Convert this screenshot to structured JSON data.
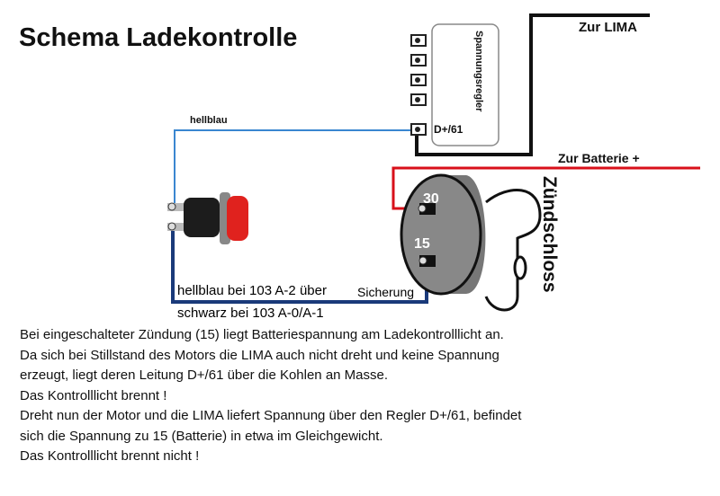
{
  "title": "Schema Ladekontrolle",
  "regulator": {
    "label": "Spannungsregler",
    "terminal": "D+/61"
  },
  "wires": {
    "lima": "Zur LIMA",
    "battery": "Zur Batterie +",
    "hellblau": "hellblau",
    "lamp_wire_1": "hellblau bei 103 A-2 über",
    "lamp_wire_fuse": "Sicherung",
    "lamp_wire_2": "schwarz bei 103 A-0/A-1"
  },
  "ignition": {
    "label": "Zündschloss",
    "terminal_30": "30",
    "terminal_15": "15"
  },
  "colors": {
    "black_wire": "#111111",
    "red_wire": "#d8101a",
    "blue_wire": "#3a86d0",
    "dark_blue_wire": "#1a3a7a",
    "lamp": "#e0221e"
  },
  "description": [
    "Bei eingeschalteter Zündung (15) liegt Batteriespannung am Ladekontrolllicht an.",
    "Da sich bei Stillstand des Motors die LIMA auch nicht dreht und keine Spannung",
    "erzeugt, liegt deren Leitung D+/61 über die Kohlen an Masse.",
    "Das Kontrolllicht brennt !",
    "Dreht nun der Motor und die LIMA liefert Spannung über den Regler D+/61, befindet",
    "sich die Spannung zu 15 (Batterie) in etwa im Gleichgewicht.",
    "Das Kontrolllicht brennt nicht !"
  ]
}
